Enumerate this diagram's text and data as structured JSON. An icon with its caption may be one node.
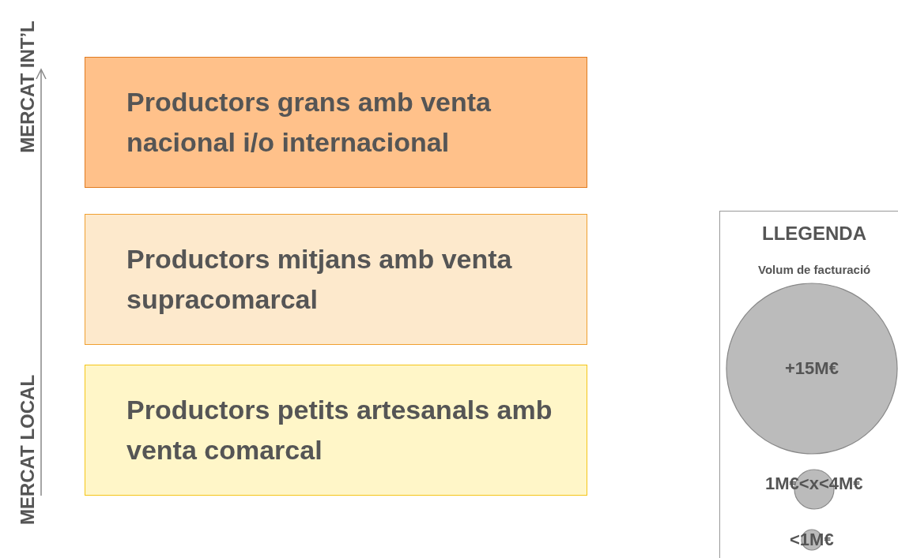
{
  "diagram": {
    "nodes": [
      {
        "text": [
          "Productors grans amb venta nacional i/o internacional"
        ]
      },
      {
        "text": [
          "Productors mitjans amb venta supracomarcal"
        ]
      },
      {
        "text": [
          "Productors petits artesanals amb venta comarcal"
        ]
      }
    ],
    "edges": [],
    "labels": [
      "MERCAT INT’L",
      "MERCAT LOCAL",
      "LLEGENDA",
      "Volum de facturació"
    ],
    "legend": [
      {
        "text": "+15M€"
      },
      {
        "text": "1M€<x<4M€"
      },
      {
        "text": "<1M€"
      }
    ]
  }
}
